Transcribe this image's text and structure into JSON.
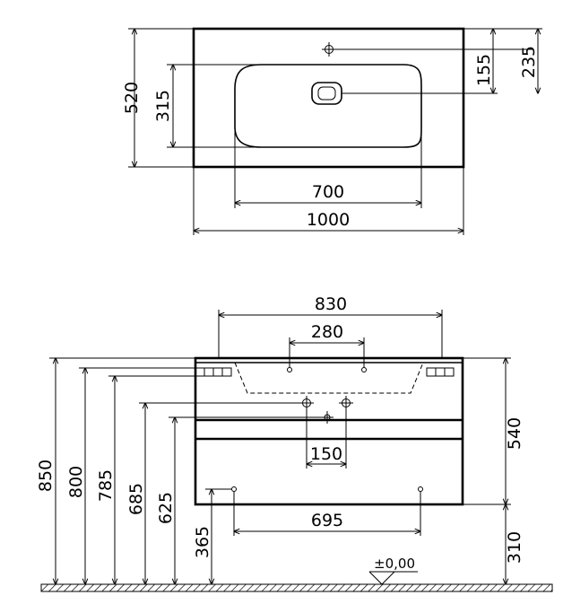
{
  "top_view": {
    "width": "1000",
    "depth": "520",
    "basin_width": "700",
    "basin_depth": "315",
    "tap_offset": "235",
    "drain_offset": "155"
  },
  "front_view": {
    "height_total": "850",
    "h_800": "800",
    "h_785": "785",
    "h_685": "685",
    "h_625": "625",
    "h_365": "365",
    "cabinet_width": "830",
    "mount_spacing": "280",
    "pipe_spacing": "150",
    "rail_spacing": "695",
    "cabinet_height": "540",
    "floor_gap": "310",
    "floor_level": "±0,00"
  }
}
